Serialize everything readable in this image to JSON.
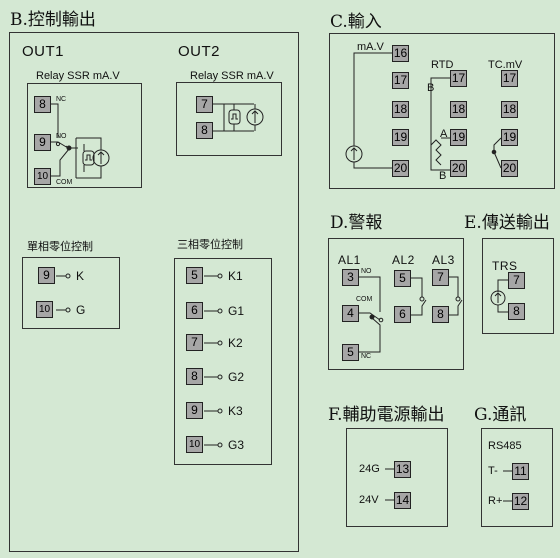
{
  "sections": {
    "b": "B.控制輸出",
    "c": "C.輸入",
    "d": "D.警報",
    "e": "E.傳送輸出",
    "f": "F.輔助電源輸出",
    "g": "G.通訊"
  },
  "out1": {
    "title": "OUT1",
    "subtitle": "Relay SSR mA.V",
    "terminals": [
      "8",
      "9",
      "10"
    ],
    "nc": "NC",
    "no": "NO",
    "com": "COM"
  },
  "out2": {
    "title": "OUT2",
    "subtitle": "Relay SSR mA.V",
    "terminals": [
      "7",
      "8"
    ]
  },
  "single_phase": {
    "title": "單相零位控制",
    "rows": [
      {
        "num": "9",
        "label": "K"
      },
      {
        "num": "10",
        "label": "G"
      }
    ]
  },
  "three_phase": {
    "title": "三相零位控制",
    "rows": [
      {
        "num": "5",
        "label": "K1"
      },
      {
        "num": "6",
        "label": "G1"
      },
      {
        "num": "7",
        "label": "K2"
      },
      {
        "num": "8",
        "label": "G2"
      },
      {
        "num": "9",
        "label": "K3"
      },
      {
        "num": "10",
        "label": "G3"
      }
    ]
  },
  "input": {
    "ma_label": "mA.V",
    "rtd_label": "RTD",
    "tc_label": "TC.mV",
    "ma_terms": [
      "16",
      "17",
      "18",
      "19",
      "20"
    ],
    "rtd_terms": [
      "17",
      "18",
      "19",
      "20"
    ],
    "tc_terms": [
      "17",
      "18",
      "19",
      "20"
    ],
    "b1": "B",
    "a": "A",
    "b2": "B"
  },
  "alarm": {
    "al1": "AL1",
    "al2": "AL2",
    "al3": "AL3",
    "al1_terms": [
      "3",
      "4",
      "5"
    ],
    "al2_terms": [
      "5",
      "6"
    ],
    "al3_terms": [
      "7",
      "8"
    ],
    "no": "NO",
    "com": "COM",
    "nc": "NC"
  },
  "transmit": {
    "label": "TRS",
    "terms": [
      "7",
      "8"
    ]
  },
  "aux_power": {
    "rows": [
      {
        "label": "24G",
        "num": "13"
      },
      {
        "label": "24V",
        "num": "14"
      }
    ]
  },
  "comm": {
    "label": "RS485",
    "rows": [
      {
        "label": "T-",
        "num": "11"
      },
      {
        "label": "R+",
        "num": "12"
      }
    ]
  },
  "colors": {
    "background": "#d4e8d3",
    "terminal_fill": "#a6a6a6",
    "line": "#222222"
  }
}
